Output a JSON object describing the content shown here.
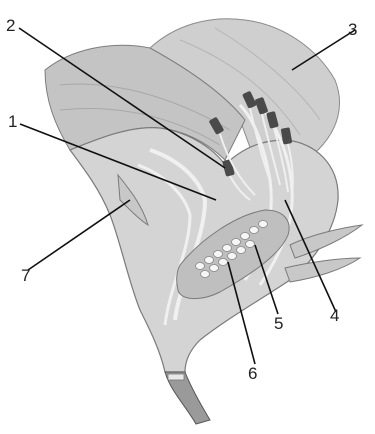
{
  "labels": {
    "l1": "1",
    "l2": "2",
    "l3": "3",
    "l4": "4",
    "l5": "5",
    "l6": "6",
    "l7": "7"
  },
  "colors": {
    "petal": "#c9c9c9",
    "petal_shadow": "#a9a9a9",
    "flesh": "#d6d6d6",
    "tube": "#b2b2b2",
    "outline": "#7a7a7a",
    "anther": "#4a4a4a",
    "ovule": "#f4f4f4",
    "stalk_dark": "#555555"
  }
}
